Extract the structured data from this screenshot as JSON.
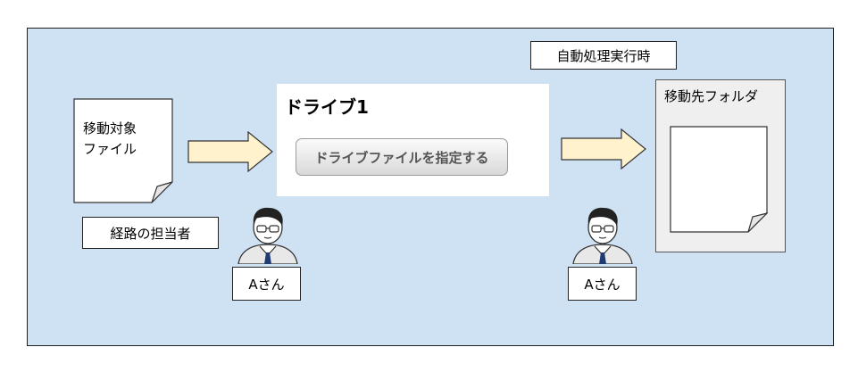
{
  "diagram": {
    "auto_process_label": "自動処理実行時",
    "source_file_label": "移動対象\nファイル",
    "route_owner_label": "経路の担当者",
    "drive_title": "ドライブ1",
    "drive_button_label": "ドライブファイルを指定する",
    "destination_folder_label": "移動先フォルダ",
    "person_labels": [
      "Aさん",
      "Aさん"
    ]
  },
  "colors": {
    "background": "#cfe2f3",
    "arrow_fill": "#fff2cc",
    "folder_fill": "#efefef"
  }
}
